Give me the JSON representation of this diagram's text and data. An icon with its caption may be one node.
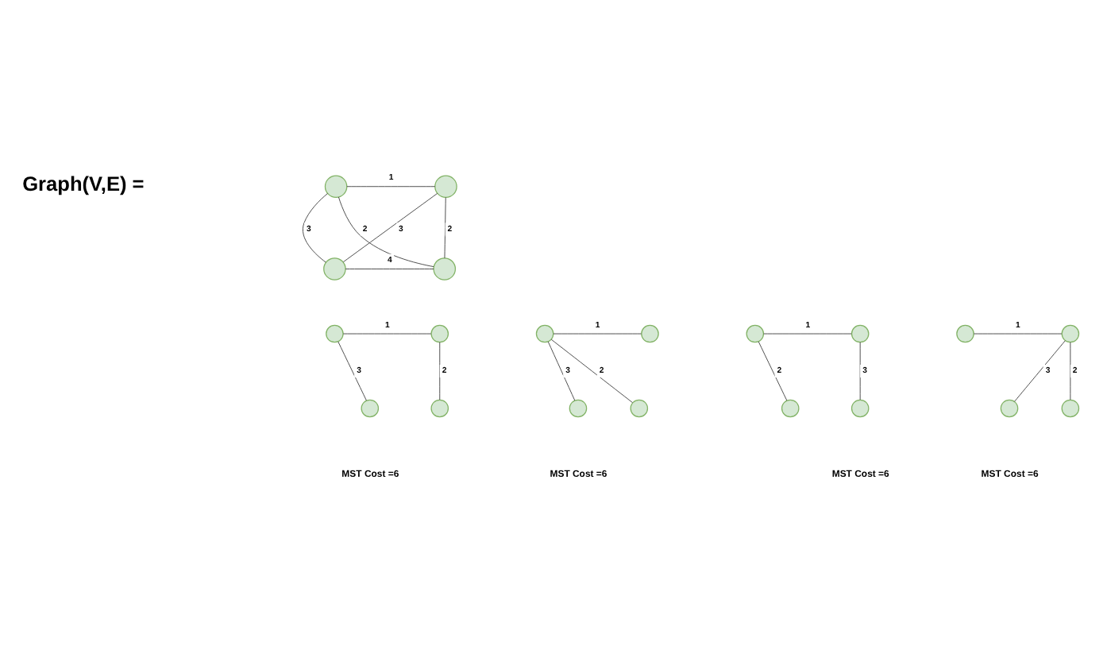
{
  "diagram": {
    "nodes": [
      {
        "text": [],
        "shape": "circle"
      },
      {
        "text": [],
        "shape": "circle"
      },
      {
        "text": [],
        "shape": "circle"
      },
      {
        "text": [],
        "shape": "circle"
      },
      {
        "text": [],
        "shape": "circle"
      },
      {
        "text": [],
        "shape": "circle"
      },
      {
        "text": [],
        "shape": "circle"
      },
      {
        "text": [],
        "shape": "circle"
      },
      {
        "text": [],
        "shape": "circle"
      },
      {
        "text": [],
        "shape": "circle"
      },
      {
        "text": [],
        "shape": "circle"
      },
      {
        "text": [],
        "shape": "circle"
      },
      {
        "text": [],
        "shape": "circle"
      },
      {
        "text": [],
        "shape": "circle"
      },
      {
        "text": [],
        "shape": "circle"
      },
      {
        "text": [],
        "shape": "circle"
      },
      {
        "text": [],
        "shape": "circle"
      },
      {
        "text": [],
        "shape": "circle"
      },
      {
        "text": [],
        "shape": "circle"
      },
      {
        "text": [],
        "shape": "circle"
      }
    ],
    "edges": [
      {
        "from": 0,
        "to": 1,
        "arrow": "none",
        "label": "1"
      },
      {
        "from": 0,
        "to": 2,
        "arrow": "none",
        "label": "3"
      },
      {
        "from": 0,
        "to": 3,
        "arrow": "none",
        "label": "2"
      },
      {
        "from": 1,
        "to": 2,
        "arrow": "none",
        "label": "3"
      },
      {
        "from": 1,
        "to": 3,
        "arrow": "none",
        "label": "2"
      },
      {
        "from": 2,
        "to": 3,
        "arrow": "none",
        "label": "4"
      },
      {
        "from": 4,
        "to": 5,
        "arrow": "none",
        "label": "1"
      },
      {
        "from": 4,
        "to": 6,
        "arrow": "none",
        "label": "3"
      },
      {
        "from": 5,
        "to": 7,
        "arrow": "none",
        "label": "2"
      },
      {
        "from": 8,
        "to": 9,
        "arrow": "none",
        "label": "1"
      },
      {
        "from": 8,
        "to": 10,
        "arrow": "none",
        "label": "3"
      },
      {
        "from": 8,
        "to": 11,
        "arrow": "none",
        "label": "2"
      },
      {
        "from": 12,
        "to": 13,
        "arrow": "none",
        "label": "1"
      },
      {
        "from": 12,
        "to": 15,
        "arrow": "none",
        "label": "2"
      },
      {
        "from": 13,
        "to": 14,
        "arrow": "none",
        "label": "3"
      },
      {
        "from": 16,
        "to": 17,
        "arrow": "none",
        "label": "1"
      },
      {
        "from": 17,
        "to": 18,
        "arrow": "none",
        "label": "3"
      },
      {
        "from": 17,
        "to": 19,
        "arrow": "none",
        "label": "2"
      }
    ],
    "labels": [
      "Graph(V,E) =",
      "MST Cost =6",
      "MST Cost =6",
      "MST Cost =6",
      "MST Cost =6"
    ]
  }
}
